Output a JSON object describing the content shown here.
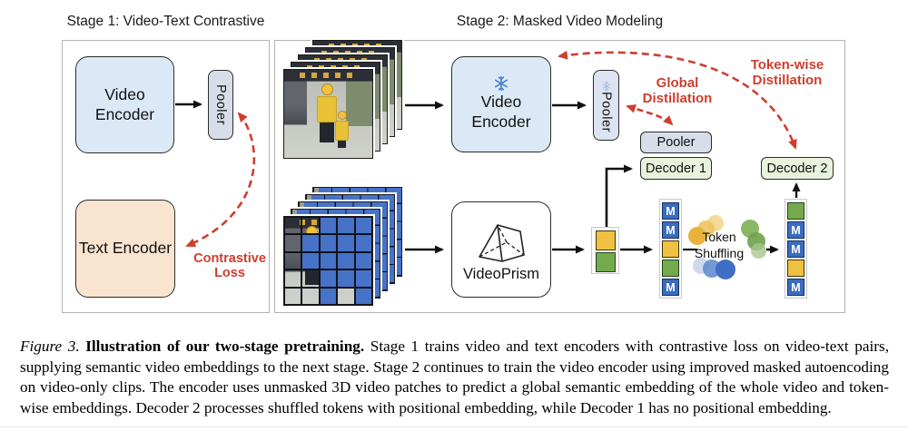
{
  "stage1": {
    "title": "Stage 1: Video-Text Contrastive",
    "video_encoder_label": "Video Encoder",
    "pooler_label": "Pooler",
    "text_encoder_label": "Text Encoder",
    "contrastive_loss_label": "Contrastive Loss"
  },
  "stage2": {
    "title": "Stage 2: Masked Video Modeling",
    "video_encoder_label": "Video Encoder",
    "pooler_frozen_label": "Pooler",
    "pooler_mid_label": "Pooler",
    "decoder1_label": "Decoder 1",
    "decoder2_label": "Decoder 2",
    "videoprism_label": "VideoPrism",
    "global_distillation_label": "Global Distillation",
    "tokenwise_distillation_label": "Token-wise Distillation",
    "token_shuffling_label": "Token Shuffling",
    "mask_token_label": "M",
    "encoder_output_tokens": [
      "Y",
      "G"
    ],
    "tokens_before_shuffle": [
      "M",
      "M",
      "Y",
      "G",
      "M"
    ],
    "tokens_after_shuffle": [
      "G",
      "M",
      "M",
      "Y",
      "M"
    ],
    "mask_grid": [
      [
        0,
        0,
        1,
        1,
        1
      ],
      [
        0,
        1,
        1,
        1,
        1
      ],
      [
        0,
        1,
        1,
        1,
        1
      ],
      [
        0,
        0,
        1,
        1,
        1
      ],
      [
        0,
        0,
        1,
        0,
        1
      ]
    ]
  },
  "caption": {
    "figure_label": "Figure 3.",
    "title": "Illustration of our two-stage pretraining.",
    "body": "Stage 1 trains video and text encoders with contrastive loss on video-text pairs, supplying semantic video embeddings to the next stage. Stage 2 continues to train the video encoder using improved masked autoencoding on video-only clips. The encoder uses unmasked 3D video patches to predict a global semantic embedding of the whole video and token-wise embeddings. Decoder 2 processes shuffled tokens with positional embedding, while Decoder 1 has no positional embedding."
  },
  "colors": {
    "accent_red": "#cf3e2e",
    "encoder_blue": "#dbe9f6",
    "text_encoder_peach": "#f9e4d0",
    "pooler_gray": "#d8dee9",
    "decoder_green": "#e9f2dc",
    "mask_blue": "#4673c8",
    "token_yellow": "#efc041",
    "token_green": "#74a94e"
  }
}
